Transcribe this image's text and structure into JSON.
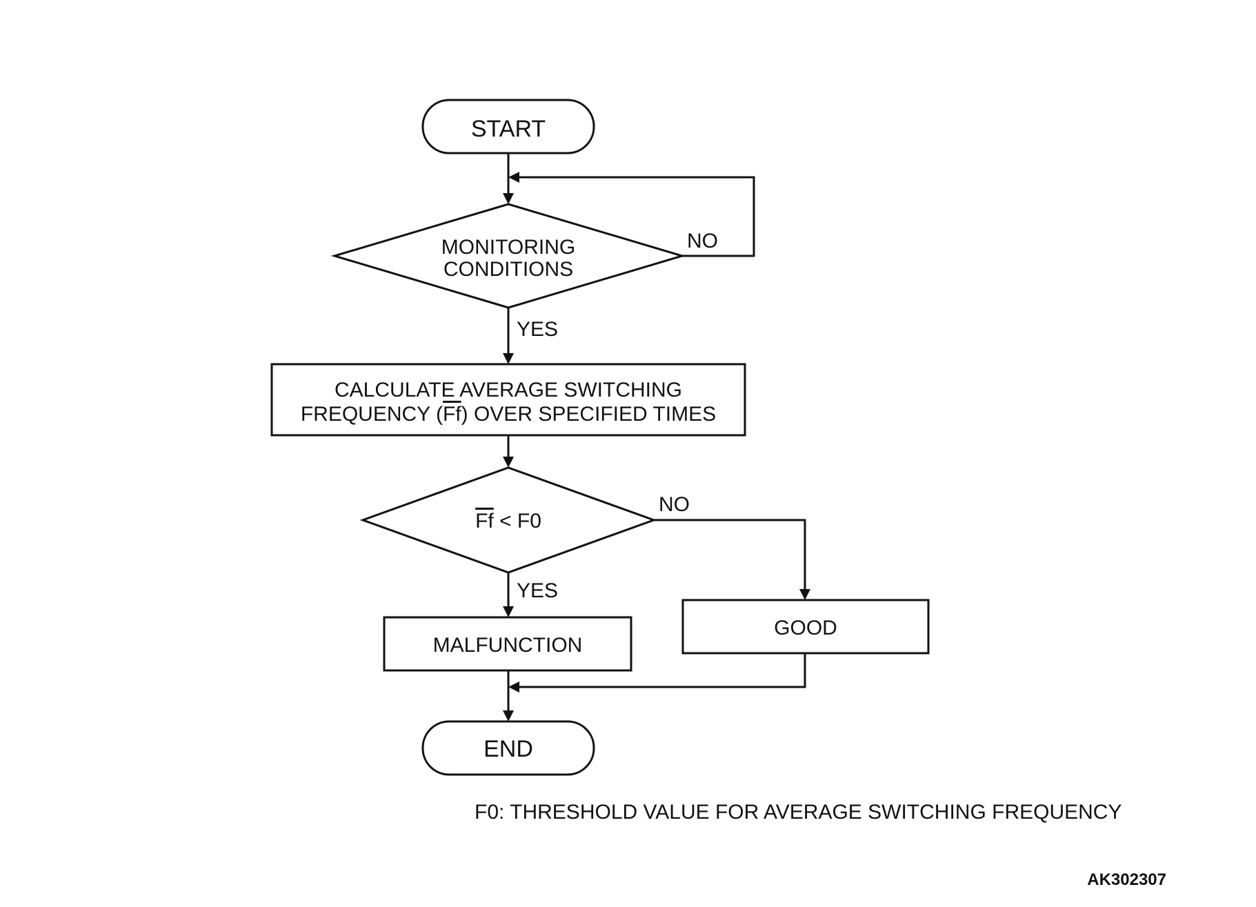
{
  "diagram": {
    "nodes": {
      "start": {
        "label": "START"
      },
      "monitoring": {
        "line1": "MONITORING",
        "line2": "CONDITIONS"
      },
      "calculate": {
        "line1": "CALCULATE AVERAGE SWITCHING",
        "line2_pre": "FREQUENCY (",
        "line2_over": "Ff",
        "line2_post": ") OVER SPECIFIED TIMES"
      },
      "compare": {
        "over": "Ff",
        "rest": " < F0"
      },
      "malfunction": {
        "label": "MALFUNCTION"
      },
      "good": {
        "label": "GOOD"
      },
      "end": {
        "label": "END"
      }
    },
    "edge_labels": {
      "monitoring_no": "NO",
      "monitoring_yes": "YES",
      "compare_no": "NO",
      "compare_yes": "YES"
    },
    "note": "F0: THRESHOLD VALUE FOR AVERAGE SWITCHING FREQUENCY",
    "figure_id": "AK302307"
  }
}
